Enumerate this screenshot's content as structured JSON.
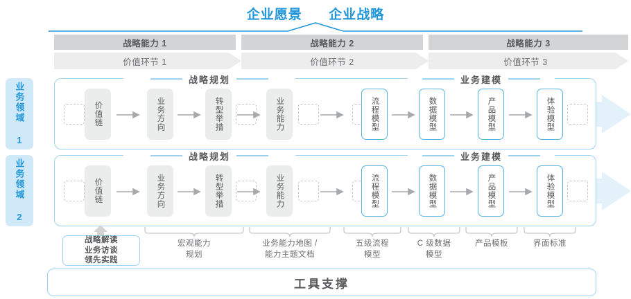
{
  "top": {
    "title_left": "企业愿景",
    "title_right": "企业战略"
  },
  "capabilities": [
    {
      "label": "战略能力 1"
    },
    {
      "label": "战略能力 2"
    },
    {
      "label": "战略能力 3"
    }
  ],
  "value_links": [
    {
      "label": "价值环节 1"
    },
    {
      "label": "价值环节 2"
    },
    {
      "label": "价值环节 3"
    }
  ],
  "domains": [
    {
      "label": "业务领域 1"
    },
    {
      "label": "业务领域 2"
    }
  ],
  "sections": {
    "planning": "战略规划",
    "modeling": "业务建模"
  },
  "nodes": {
    "planning": [
      {
        "label": "价值链"
      },
      {
        "label": "业务方向"
      },
      {
        "label": "转型举措"
      },
      {
        "label": "业务能力"
      }
    ],
    "modeling": [
      {
        "label": "流程模型"
      },
      {
        "label": "数据模型"
      },
      {
        "label": "产品模型"
      },
      {
        "label": "体验模型"
      }
    ]
  },
  "tools": {
    "highlight_box": "战略解读\n业务访谈\n领先实践",
    "labels": [
      {
        "label": "宏观能力\n规划"
      },
      {
        "label": "业务能力地图 /\n能力主题文档"
      },
      {
        "label": "五级流程\n模型"
      },
      {
        "label": "C 级数据\n模型"
      },
      {
        "label": "产品模板"
      },
      {
        "label": "界面标准"
      }
    ],
    "footer": "工具支撑"
  },
  "colors": {
    "brand_blue": "#2196d8",
    "light_blue_border": "#9ed2ee",
    "node_blue_border": "#54b4e4",
    "domain_tab_bg": "#cfe9f8",
    "bar_gray": "#d2d4d5",
    "chevron_gray": "#ededee",
    "node_gray": "#ebecec",
    "text_gray": "#58595b",
    "arrow_band": "#e3f1fa"
  }
}
